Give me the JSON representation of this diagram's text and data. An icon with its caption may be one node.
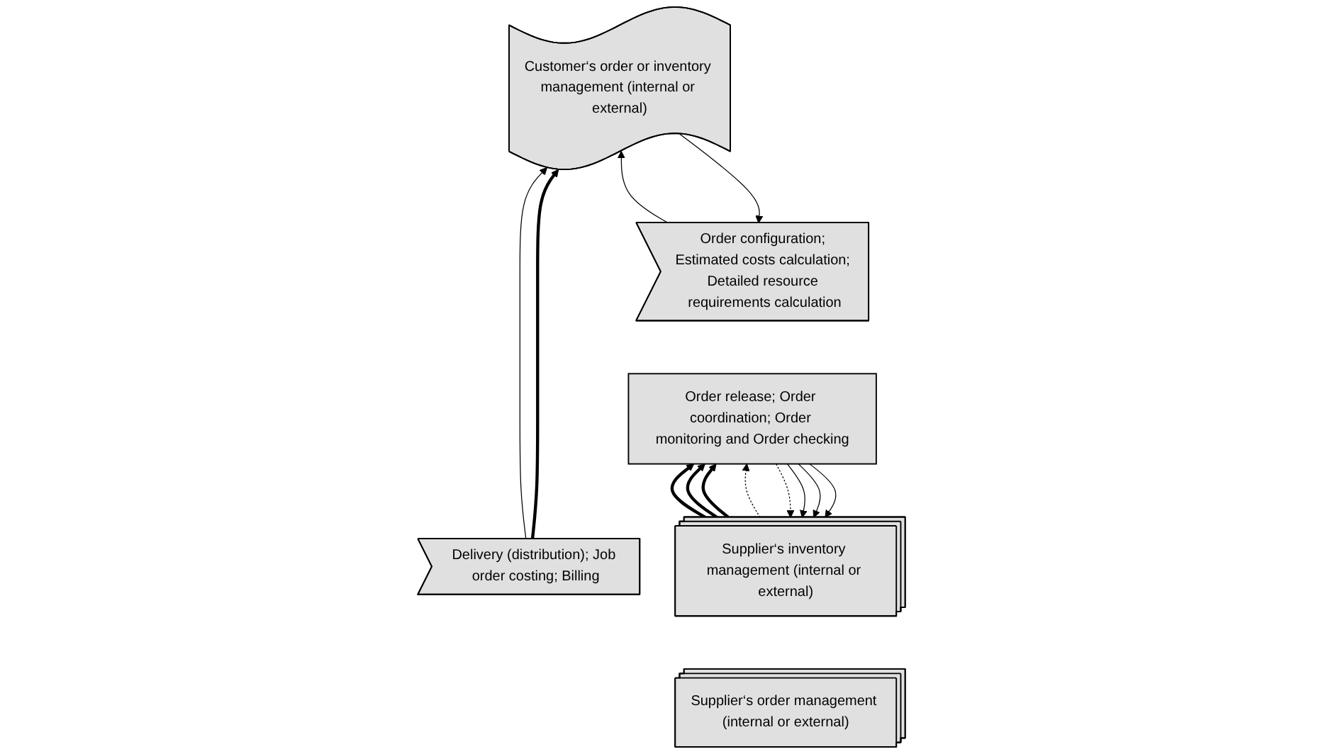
{
  "diagram": {
    "nodes": [
      {
        "text": [
          "Customer‘s order or inventory management (internal or external)"
        ]
      },
      {
        "text": [
          "Order configuration; Estimated costs calculation; Detailed resource requirements calculation"
        ]
      },
      {
        "text": [
          "Order release; Order coordination; Order monitoring and Order checking"
        ]
      },
      {
        "text": [
          "Delivery (distribution); Job order costing; Billing"
        ]
      },
      {
        "text": [
          "Supplier‘s inventory management (internal or external)"
        ]
      },
      {
        "text": [
          "Supplier‘s order management (internal or external)"
        ]
      }
    ],
    "edges": [
      {
        "from": 0,
        "to": 1,
        "arrow": "to"
      },
      {
        "from": 1,
        "to": 0,
        "arrow": "to"
      },
      {
        "from": 3,
        "to": 0,
        "arrow": "to",
        "style": "thick"
      },
      {
        "from": 3,
        "to": 0,
        "arrow": "to"
      },
      {
        "from": 2,
        "to": 4,
        "arrow": "to"
      },
      {
        "from": 2,
        "to": 4,
        "arrow": "to"
      },
      {
        "from": 2,
        "to": 4,
        "arrow": "to"
      },
      {
        "from": 2,
        "to": 4,
        "arrow": "to",
        "style": "dashed"
      },
      {
        "from": 4,
        "to": 2,
        "arrow": "to",
        "style": "dashed"
      },
      {
        "from": 4,
        "to": 2,
        "arrow": "to",
        "style": "thick"
      },
      {
        "from": 4,
        "to": 2,
        "arrow": "to",
        "style": "thick"
      },
      {
        "from": 4,
        "to": 2,
        "arrow": "to",
        "style": "thick"
      }
    ]
  }
}
